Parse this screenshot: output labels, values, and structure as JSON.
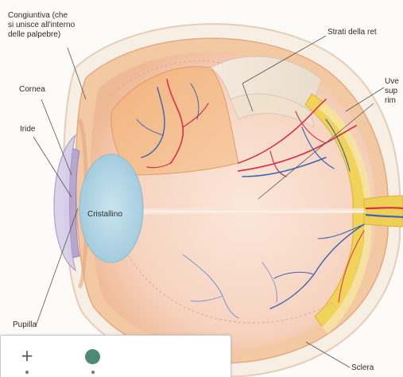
{
  "labels": {
    "congiuntiva": "Congiuntiva (che\nsi unisce all'interno\ndelle palpebre)",
    "strati_retina": "Strati della ret",
    "uvea": "Uve\nsup\nrim",
    "cornea": "Cornea",
    "iride": "Iride",
    "cristallino": "Cristallino",
    "pupilla": "Pupilla",
    "sclera": "Sclera"
  },
  "toolbox": {
    "add_symbol": "+",
    "dot_color": "#4e8a73"
  },
  "colors": {
    "sclera": "#f7efe6",
    "choroid": "#f6c79a",
    "retina_yellow": "#f1d35a",
    "vitreous": "#f6d8c6",
    "lens": "#a9d4e8",
    "iris": "#b7a7cf",
    "vessel_red": "#d9304d",
    "vessel_blue": "#3d63b5"
  }
}
